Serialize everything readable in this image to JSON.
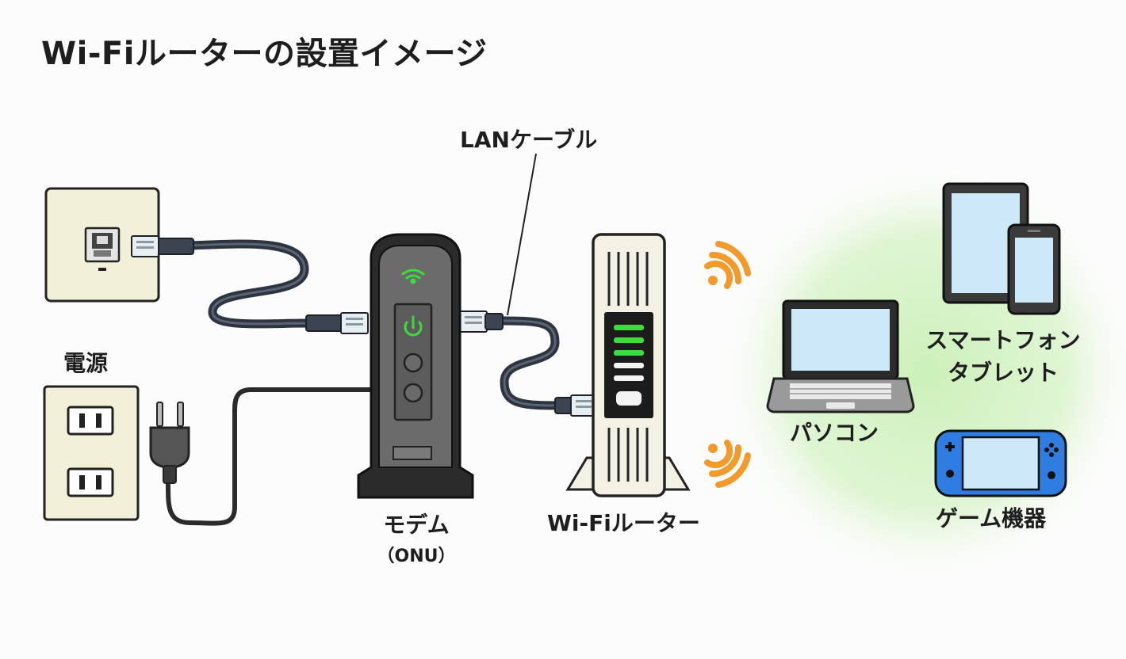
{
  "title": "Wi-Fiルーターの設置イメージ",
  "labels": {
    "lan_cable": "LANケーブル",
    "power": "電源",
    "modem": "モデム",
    "modem_sub": "（ONU）",
    "router": "Wi-Fiルーター",
    "pc": "パソコン",
    "smartphone_line1": "スマートフォン",
    "smartphone_line2": "タブレット",
    "game": "ゲーム機器"
  },
  "colors": {
    "cable": "#2e3540",
    "device_dark": "#2b2b2b",
    "modem_face": "#6b6b6b",
    "led_green": "#3ddc3d",
    "router_body": "#f3f1e4",
    "wall_plate": "#f3f0d9",
    "signal_orange": "#f39a2c",
    "screen_blue": "#cde9f7",
    "console_blue": "#2f7de0",
    "zone_green": "#c9f0b6"
  },
  "icons": [
    "lan-wall-jack-icon",
    "power-outlet-icon",
    "power-plug-icon",
    "modem-icon",
    "router-icon",
    "wifi-signal-icon",
    "laptop-icon",
    "tablet-icon",
    "smartphone-icon",
    "game-console-icon"
  ]
}
